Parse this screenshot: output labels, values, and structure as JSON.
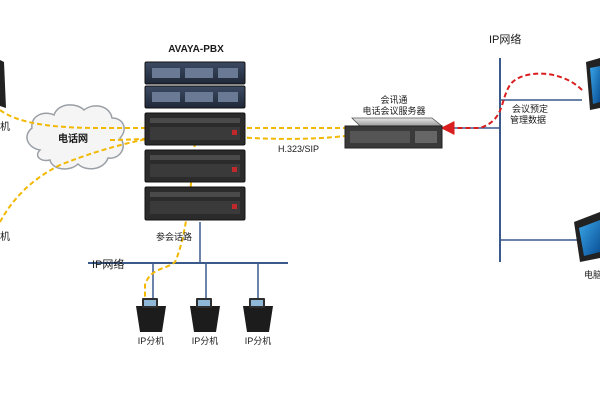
{
  "labels": {
    "pbx_title": "AVAYA-PBX",
    "server_line1": "会讯通",
    "server_line2": "电话会议服务器",
    "protocol": "H.323/SIP",
    "ip_network_top": "IP网络",
    "ip_network_bottom": "IP网络",
    "phone_network": "电话网",
    "conference_trunk": "参会话路",
    "booking_line1": "会议预定",
    "booking_line2": "管理数据",
    "left_ext_top": "机",
    "left_ext_bottom": "机",
    "ip_ext_1": "IP分机",
    "ip_ext_2": "IP分机",
    "ip_ext_3": "IP分机",
    "right_pc_bottom": "电脑"
  },
  "colors": {
    "voice_path": "#f2b800",
    "data_path": "#d81e1e",
    "network_line": "#3a5a8c",
    "rack_dark": "#2b2b2b",
    "rack_led": "#c0282c"
  },
  "icons": [
    "cloud-icon",
    "server-rack-icon",
    "ip-phone-icon",
    "monitor-icon"
  ]
}
